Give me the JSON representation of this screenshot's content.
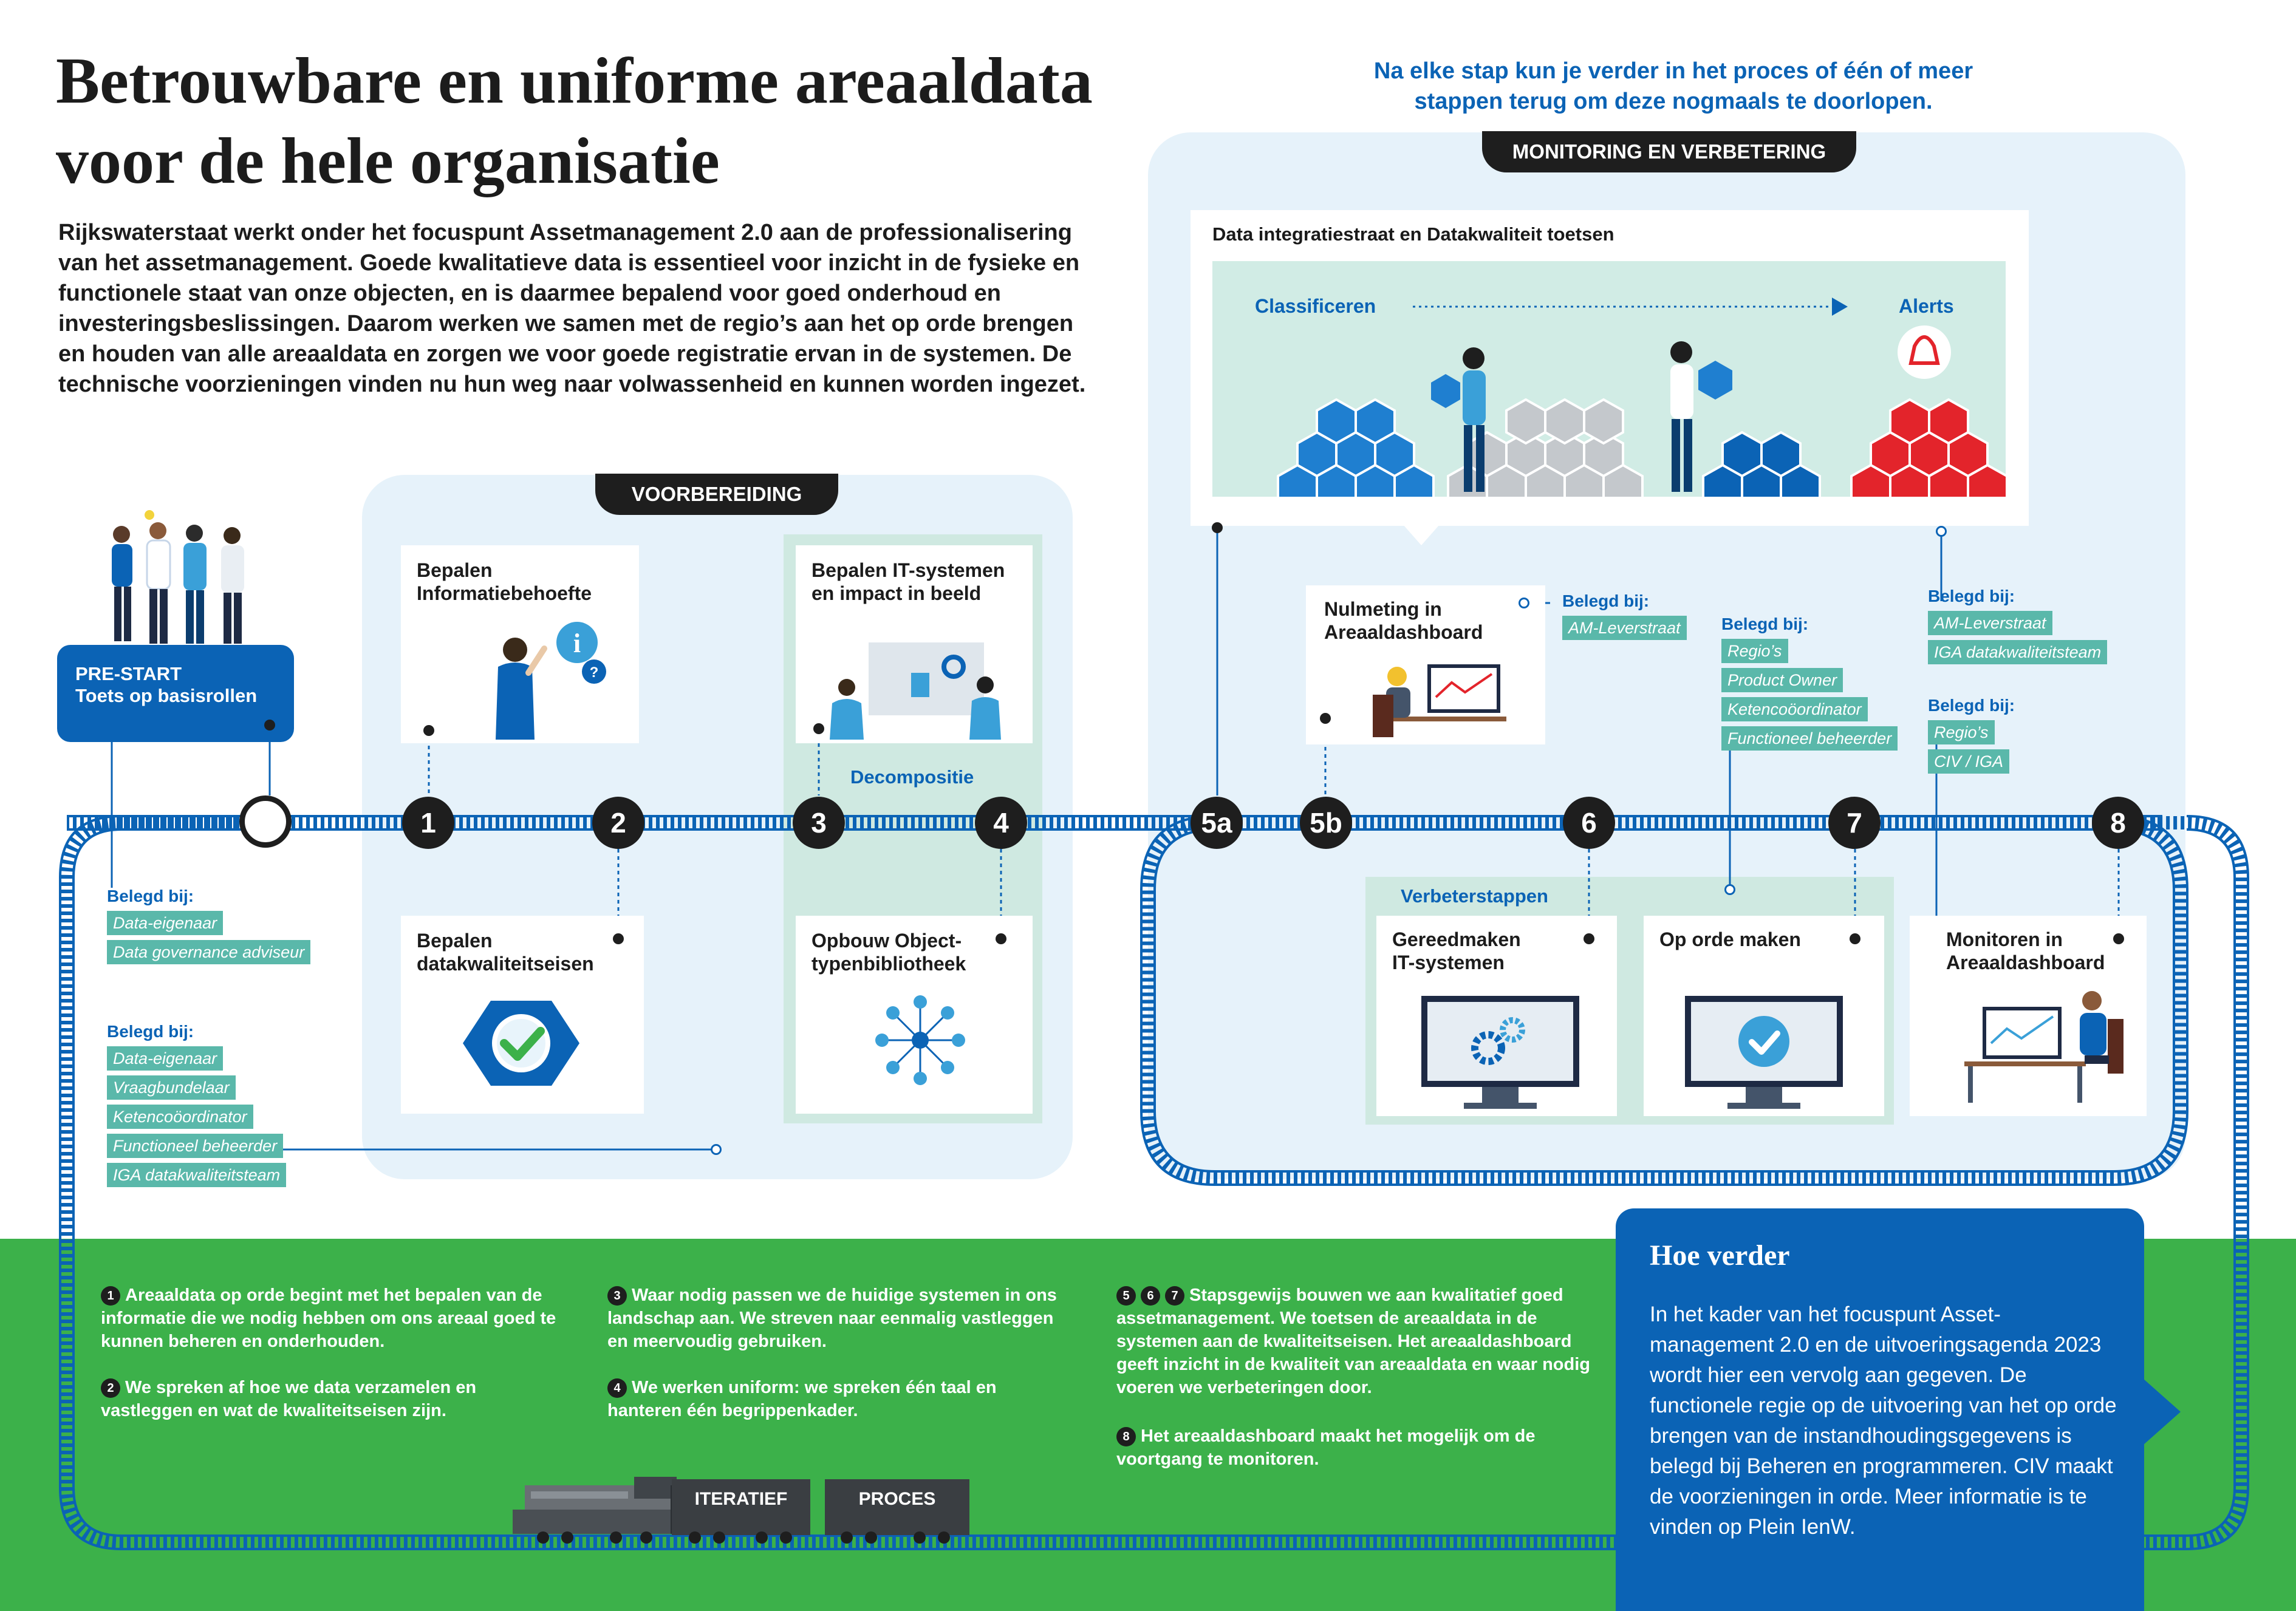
{
  "title_line1": "Betrouwbare en uniforme areaaldata",
  "title_line2": "voor de hele organisatie",
  "intro": "Rijkswaterstaat werkt onder het focuspunt Assetmanagement 2.0 aan de professionalisering van het assetmanagement. Goede kwalitatieve data is essentieel voor inzicht in de fysieke en functionele staat van onze objecten, en is daarmee bepalend voor goed onderhoud en investeringsbeslissingen. Daarom werken we samen met de regio’s aan het op orde brengen en houden van alle areaaldata en zorgen we voor goede registratie ervan in de systemen. De technische voorzieningen vinden nu hun weg naar volwassenheid en kunnen worden ingezet.",
  "top_note": "Na elke stap kun je verder in het proces of één of meer stappen terug om deze nogmaals te doorlopen.",
  "phases": {
    "voorbereiding": "VOORBEREIDING",
    "monitoring": "MONITORING EN VERBETERING"
  },
  "prestart": {
    "line1": "PRE-START",
    "line2": "Toets op basisrollen"
  },
  "nodes": [
    "1",
    "2",
    "3",
    "4",
    "5a",
    "5b",
    "6",
    "7",
    "8"
  ],
  "belegd_label": "Belegd bij:",
  "prestart_tags": [
    "Data-eigenaar",
    "Data governance adviseur"
  ],
  "voorbereiding_tags": [
    "Data-eigenaar",
    "Vraagbundelaar",
    "Ketencoöordinator",
    "Functioneel beheerder",
    "IGA datakwaliteitsteam"
  ],
  "cards": {
    "c1": "Bepalen Informatiebehoefte",
    "c2": "Bepalen datakwaliteitseisen",
    "c3": "Bepalen IT-systemen en impact in beeld",
    "c4": "Opbouw Object-typenbibliotheek",
    "c5b": "Nulmeting in Areaaldashboard",
    "c6": "Gereedmaken IT-systemen",
    "c7": "Op orde maken",
    "c8": "Monitoren in Areaaldashboard"
  },
  "decompositie": "Decompositie",
  "verbeterstappen": "Verbeterstappen",
  "integratie": {
    "title": "Data integratiestraat en Datakwaliteit toetsen",
    "classificeren": "Classificeren",
    "alerts": "Alerts"
  },
  "tags_5b": [
    "AM-Leverstraat"
  ],
  "tags_7": [
    "Regio’s",
    "Product Owner",
    "Ketencoöordinator",
    "Functioneel beheerder"
  ],
  "tags_8a": [
    "AM-Leverstraat",
    "IGA datakwaliteitsteam"
  ],
  "tags_8b": [
    "Regio’s",
    "CIV / IGA"
  ],
  "notes": {
    "n1": "Areaaldata op orde begint met het bepalen van de informatie die we nodig hebben om ons areaal goed te kunnen beheren en onderhouden.",
    "n2": "We spreken af hoe we data verzamelen en vastleggen en wat de kwaliteitseisen zijn.",
    "n3": "Waar nodig passen we de huidige systemen in ons landschap aan. We streven naar eenmalig vastleggen en meervoudig gebruiken.",
    "n4": "We werken uniform: we spreken één taal en hanteren één begrippenkader.",
    "n567": "Stapsgewijs bouwen we aan kwalitatief goed assetmanagement. We toetsen de areaaldata in de systemen aan de kwaliteitseisen. Het areaaldashboard geeft inzicht in de kwaliteit van areaaldata en waar nodig voeren we verbeteringen door.",
    "n8": "Het areaaldashboard maakt het mogelijk om de voortgang te monitoren."
  },
  "note_nums": {
    "a": "1",
    "b": "2",
    "c": "3",
    "d": "4",
    "e5": "5",
    "e6": "6",
    "e7": "7",
    "f": "8"
  },
  "train": {
    "w1": "ITERATIEF",
    "w2": "PROCES"
  },
  "hoe_verder": {
    "title": "Hoe verder",
    "body": "In het kader van het focuspunt Asset-management 2.0 en de uitvoeringsagenda 2023 wordt hier een vervolg aan gegeven. De functionele regie op de uitvoering van het op orde brengen van de instandhoudingsgegevens is belegd bij Beheren en programmeren. CIV maakt de voorzieningen in orde. Meer informatie is te vinden op Plein IenW."
  },
  "colors": {
    "blue": "#0b63b5",
    "green": "#3cb14a",
    "mint": "#cfe9e1",
    "panel": "#e6f2fa",
    "tag": "#5ab8aa",
    "red": "#e3242b"
  }
}
